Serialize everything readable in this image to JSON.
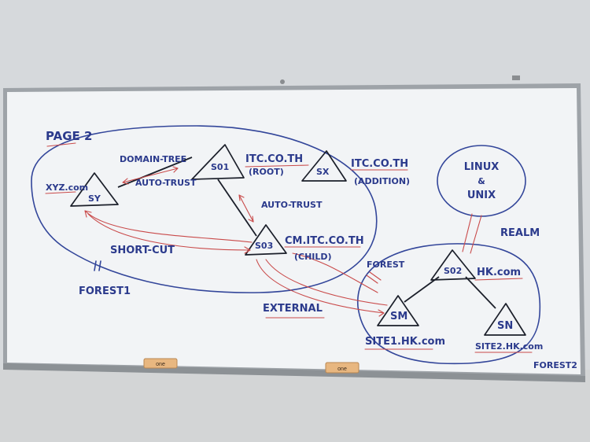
{
  "board": {
    "page_title": "PAGE 2",
    "edge_labels": {
      "domain_tree": "DOMAIN-TREE",
      "auto_trust_1": "AUTO-TRUST",
      "auto_trust_2": "AUTO-TRUST",
      "short_cut": "SHORT-CUT",
      "external": "EXTERNAL",
      "forest": "FOREST",
      "realm": "REALM"
    },
    "forest_labels": {
      "forest1": "FOREST1",
      "forest2": "FOREST2"
    },
    "domains": {
      "xyz": "XYZ.com",
      "itc": "ITC.CO.TH",
      "itc_root": "(ROOT)",
      "itc_add": "ITC.CO.TH",
      "itc_add_note": "(ADDITION)",
      "cm": "CM.ITC.CO.TH",
      "cm_note": "(CHILD)",
      "hk": "HK.com",
      "site1": "SITE1.HK.com",
      "site2": "SITE2.HK.com"
    },
    "servers": {
      "sy": "SY",
      "s01": "S01",
      "sx": "SX",
      "s03": "S03",
      "s02": "S02",
      "sm": "SM",
      "sn": "SN"
    },
    "linux_bubble": {
      "line1": "LINUX",
      "line2": "&",
      "line3": "UNIX"
    },
    "erasers": {
      "left": "one",
      "right": "one"
    }
  }
}
